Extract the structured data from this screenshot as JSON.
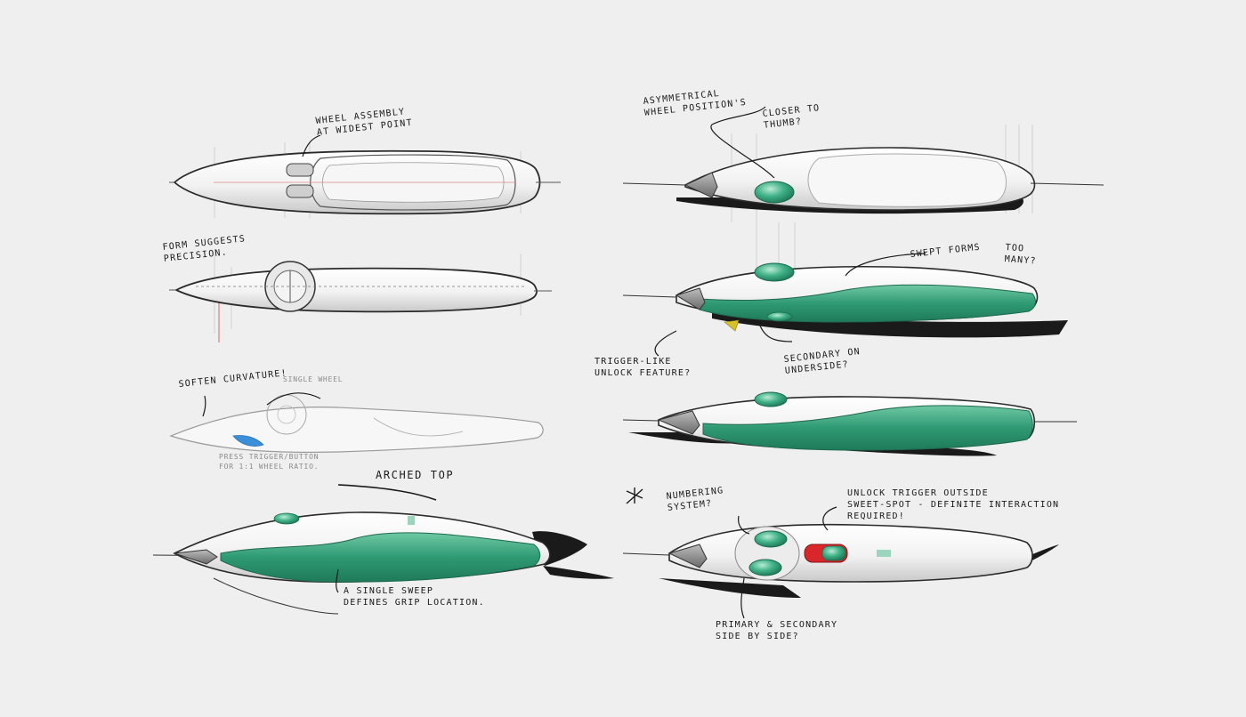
{
  "annotations": {
    "wheel_assembly": "wheel assembly\nat widest point",
    "form_precision": "form suggests\nprecision.",
    "soften_curvature": "soften curvature!",
    "single_wheel": "single wheel",
    "press_trigger": "press trigger/button\nfor 1:1 wheel ratio.",
    "arched_top": "arched top",
    "single_sweep": "a single sweep\ndefines grip location.",
    "asym_wheel": "asymmetrical\nwheel position's",
    "closer_thumb": "closer to\nthumb?",
    "swept_forms": "swept forms",
    "too_many": "too\nmany?",
    "trigger_like": "trigger-like\nunlock feature?",
    "secondary_underside": "secondary on\nunderside?",
    "numbering_system": "numbering\nsystem?",
    "unlock_trigger": "unlock trigger outside\nsweet-spot - definite interaction\nrequired!",
    "primary_secondary": "primary & secondary\nside by side?"
  },
  "colors": {
    "background": "#efefef",
    "accent_green": "#2e9a74",
    "accent_green_light": "#6fc9a3",
    "unlock_red": "#d8262a",
    "trigger_yellow": "#d6c228",
    "trigger_blue": "#3a8fd8",
    "ink": "#1a1a1a"
  }
}
